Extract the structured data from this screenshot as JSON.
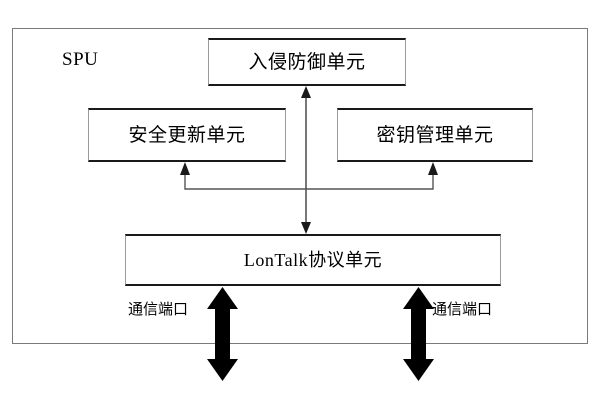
{
  "diagram": {
    "title": "SPU",
    "frame_label": "SPU",
    "frame_color": "#7a7a7a",
    "box_border_color": "#1a1a1a",
    "arrow_color": "#333333",
    "thick_arrow_color": "#000000",
    "background": "#ffffff",
    "units": [
      {
        "id": "intrusion-prevention",
        "label": "入侵防御单元"
      },
      {
        "id": "security-update",
        "label": "安全更新单元"
      },
      {
        "id": "key-management",
        "label": "密钥管理单元"
      },
      {
        "id": "lontalk-protocol",
        "label": "LonTalk协议单元"
      }
    ],
    "ports": [
      {
        "id": "comm-port-left",
        "label": "通信端口"
      },
      {
        "id": "comm-port-right",
        "label": "通信端口"
      }
    ]
  }
}
